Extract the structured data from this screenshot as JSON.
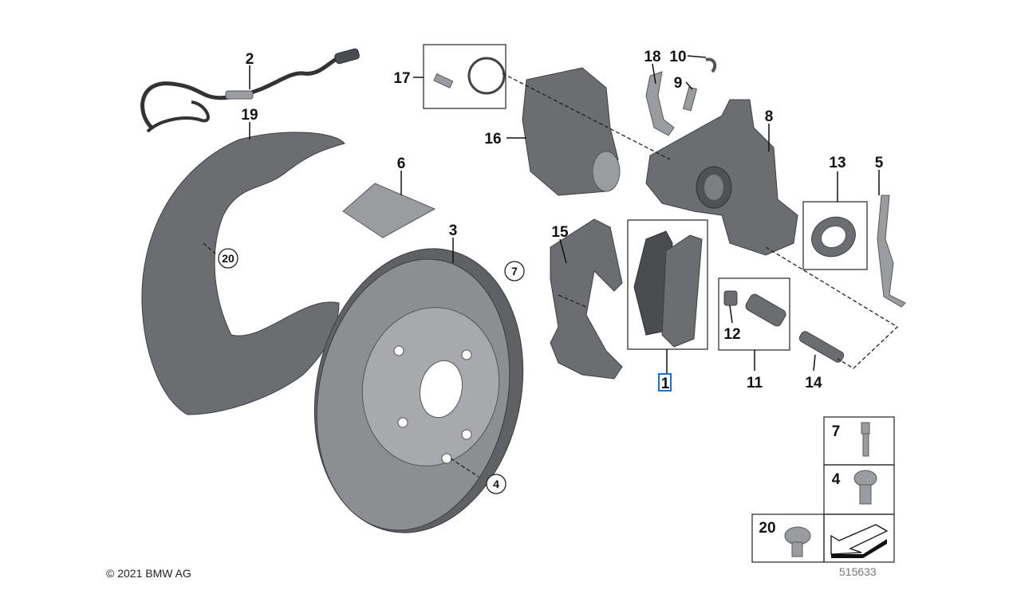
{
  "diagram": {
    "labels": {
      "p1": "1",
      "p2": "2",
      "p3": "3",
      "p4": "4",
      "p5": "5",
      "p6": "6",
      "p7": "7",
      "p8": "8",
      "p9": "9",
      "p10": "10",
      "p11": "11",
      "p12": "12",
      "p13": "13",
      "p14": "14",
      "p15": "15",
      "p16": "16",
      "p17": "17",
      "p18": "18",
      "p19": "19",
      "p20": "20"
    },
    "legend": {
      "p7": "7",
      "p4": "4",
      "p20": "20"
    },
    "copyright": "© 2021 BMW AG",
    "diagram_number": "515633",
    "highlight_color": "#1a6fe0"
  }
}
